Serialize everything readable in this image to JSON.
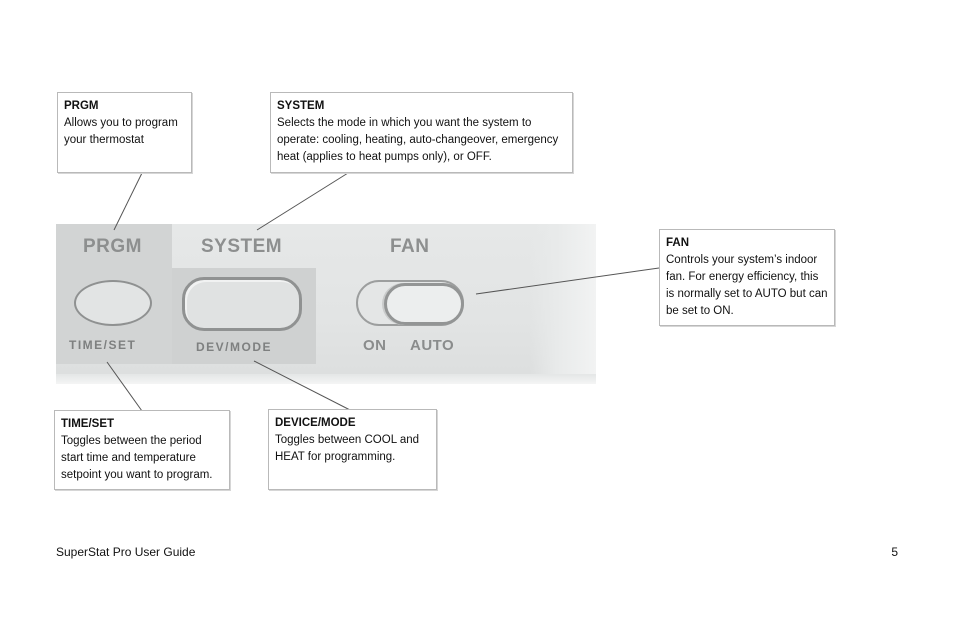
{
  "callouts": {
    "prgm": {
      "title": "PRGM",
      "desc": "Allows you to program your thermostat"
    },
    "system": {
      "title": "SYSTEM",
      "desc": "Selects the mode in which you want the system to operate: cooling, heating, auto-changeover, emergency heat (applies to heat pumps only), or OFF."
    },
    "fan": {
      "title": "FAN",
      "desc": "Controls your system’s indoor fan. For energy efficiency, this is normally set to AUTO but can be set to ON."
    },
    "timeset": {
      "title": "TIME/SET",
      "desc": "Toggles between the period start time and temperature setpoint you want to program."
    },
    "devmode": {
      "title": "DEVICE/MODE",
      "desc": "Toggles between COOL and HEAT for programming."
    }
  },
  "panel": {
    "prgm_label": "PRGM",
    "system_label": "SYSTEM",
    "fan_label": "FAN",
    "timeset_label": "TIME/SET",
    "devmode_label": "DEV/MODE",
    "on_label": "ON",
    "auto_label": "AUTO"
  },
  "footer": {
    "guide_title": "SuperStat Pro User Guide",
    "page_number": "5"
  }
}
